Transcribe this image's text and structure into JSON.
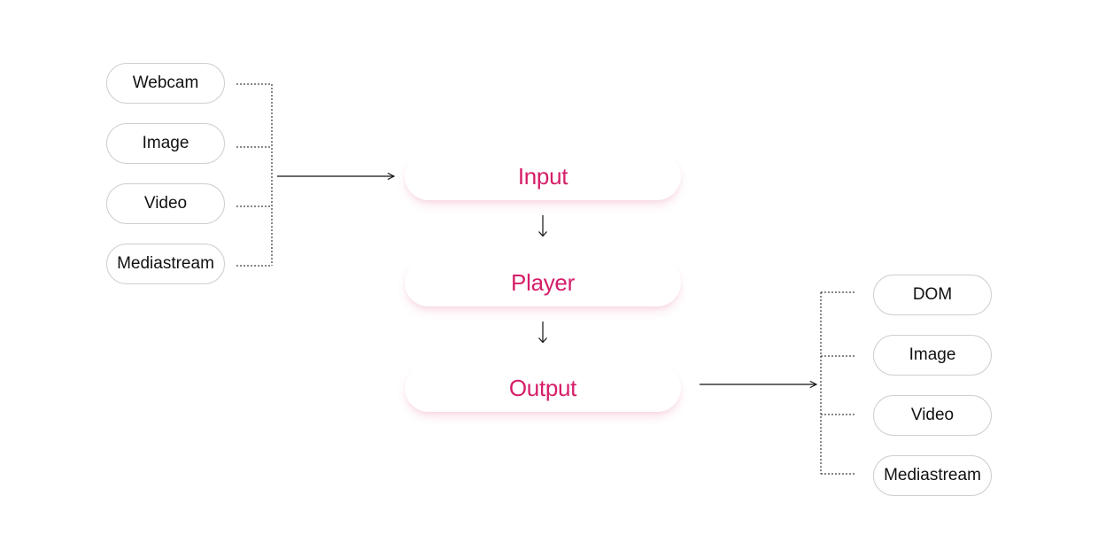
{
  "colors": {
    "accent": "#d61e69",
    "line": "#111111",
    "pill_border": "#cfcfcf"
  },
  "inputs": [
    {
      "label": "Webcam"
    },
    {
      "label": "Image"
    },
    {
      "label": "Video"
    },
    {
      "label": "Mediastream"
    }
  ],
  "pipeline": [
    {
      "label": "Input"
    },
    {
      "label": "Player"
    },
    {
      "label": "Output"
    }
  ],
  "outputs": [
    {
      "label": "DOM"
    },
    {
      "label": "Image"
    },
    {
      "label": "Video"
    },
    {
      "label": "Mediastream"
    }
  ]
}
